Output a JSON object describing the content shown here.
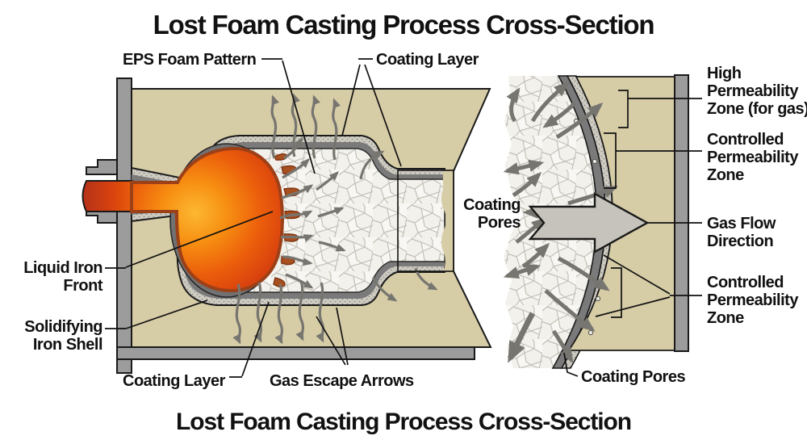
{
  "titles": {
    "top": "Lost Foam Casting Process Cross-Section",
    "bottom": "Lost Foam Casting Process Cross-Section"
  },
  "left_diagram": {
    "labels": {
      "eps_foam_pattern": "EPS Foam Pattern",
      "coating_layer_top": "Coating Layer",
      "liquid_iron_front": {
        "line1": "Liquid Iron",
        "line2": "Front"
      },
      "solidifying_iron_shell": {
        "line1": "Solidifying",
        "line2": "Iron Shell"
      },
      "coating_layer_bottom": "Coating Layer",
      "gas_escape_arrows": "Gas Escape Arrows"
    }
  },
  "detail_diagram": {
    "labels": {
      "coating_pores_side": {
        "line1": "Coating",
        "line2": "Pores"
      },
      "high_permeability_zone": {
        "line1": "High",
        "line2": "Permeability",
        "line3": "Zone (for gas)"
      },
      "controlled_permeability_zone_upper": {
        "line1": "Controlled",
        "line2": "Permeability",
        "line3": "Zone"
      },
      "gas_flow_direction": {
        "line1": "Gas Flow",
        "line2": "Direction"
      },
      "controlled_permeability_zone_lower": {
        "line1": "Controlled",
        "line2": "Permeability",
        "line3": "Zone"
      },
      "coating_pores_bottom": "Coating Pores"
    }
  },
  "colors": {
    "sand": "#d6cca6",
    "flask_gray": "#9c9c9c",
    "coating_stipple": "#cfccc3",
    "coating_dark": "#7a7a7a",
    "foam": "#f8f7f3",
    "iron_core": "#f9a826",
    "iron_edge": "#d8420e",
    "iron_front": "#9c4a21",
    "arrow_gray": "#77756f",
    "outline": "#1a1a1a"
  }
}
